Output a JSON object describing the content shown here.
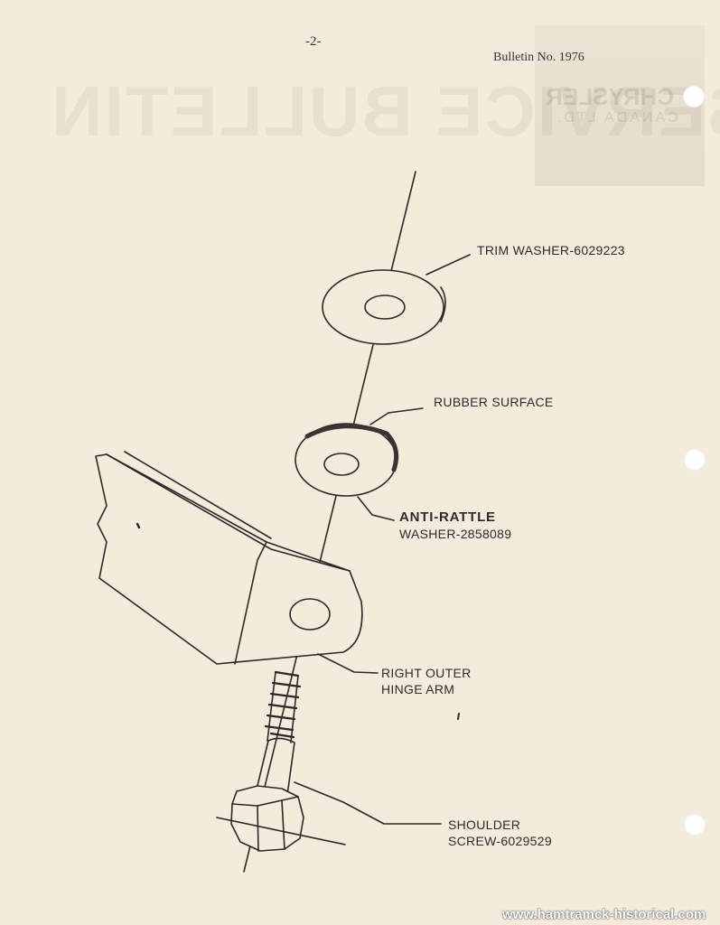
{
  "header": {
    "page_number": "-2-",
    "bulletin_no": "Bulletin No. 1976",
    "watermark": "SERVICE BULLETIN",
    "brand": "CHRYSLER",
    "brand_sub": "CANADA LTD."
  },
  "labels": {
    "trim_washer": "TRIM WASHER-6029223",
    "rubber_surface": "RUBBER SURFACE",
    "anti_rattle_line1": "ANTI-RATTLE",
    "anti_rattle_line2": "WASHER-2858089",
    "hinge_arm_line1": "RIGHT OUTER",
    "hinge_arm_line2": "HINGE ARM",
    "screw_line1": "SHOULDER",
    "screw_line2": "SCREW-6029529"
  },
  "footer": {
    "site": "www.hamtramck-historical.com"
  }
}
